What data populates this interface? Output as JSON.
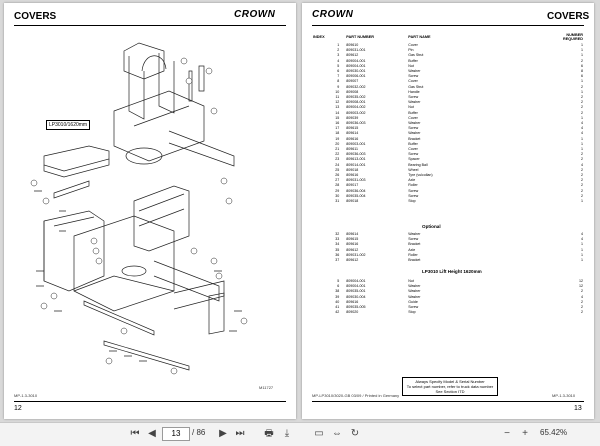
{
  "left_page": {
    "title": "COVERS",
    "logo": "CROWN",
    "callout": "LP3010/1620mm",
    "figure_code": "M11727",
    "footer": "MP-1.3-3010",
    "page_number": "12"
  },
  "right_page": {
    "title": "COVERS",
    "logo": "CROWN",
    "headers": {
      "index": "INDEX",
      "part_number": "PART NUMBER",
      "part_name": "PART NAME",
      "qty": "NUMBER REQUIRED"
    },
    "rows": [
      [
        "1",
        "809610",
        "Cover",
        "1"
      ],
      [
        "2",
        "809031-001",
        "Pin",
        "1"
      ],
      [
        "3",
        "809612",
        "Gas Strut",
        "1"
      ],
      [
        "4",
        "809004-001",
        "Buffer",
        "2"
      ],
      [
        "5",
        "809004-001",
        "Nut",
        "6"
      ],
      [
        "6",
        "809030-001",
        "Washer",
        "8"
      ],
      [
        "7",
        "809006-001",
        "Screw",
        "6"
      ],
      [
        "8",
        "809007",
        "Cover",
        "1"
      ],
      [
        "9",
        "809032-002",
        "Gas Strut",
        "2"
      ],
      [
        "10",
        "809008",
        "Handle",
        "1"
      ],
      [
        "11",
        "809035-002",
        "Screw",
        "2"
      ],
      [
        "12",
        "809008-001",
        "Washer",
        "2"
      ],
      [
        "13",
        "809004-002",
        "Nut",
        "2"
      ],
      [
        "14",
        "809003-002",
        "Buffer",
        "2"
      ],
      [
        "15",
        "809039",
        "Cover",
        "1"
      ],
      [
        "16",
        "809036-003",
        "Washer",
        "4"
      ],
      [
        "17",
        "809615",
        "Screw",
        "4"
      ],
      [
        "18",
        "809614",
        "Washer",
        "4"
      ],
      [
        "19",
        "809616",
        "Bracket",
        "1"
      ],
      [
        "20",
        "809003-001",
        "Buffer",
        "1"
      ],
      [
        "21",
        "809611",
        "Cover",
        "1"
      ],
      [
        "22",
        "809036-003",
        "Screw",
        "2"
      ],
      [
        "23",
        "809613-001",
        "Spacer",
        "2"
      ],
      [
        "24",
        "809014-001",
        "Bearing Ball",
        "4"
      ],
      [
        "25",
        "809018",
        "Wheel",
        "2"
      ],
      [
        "26",
        "809616",
        "Tyre (vulcollan)",
        "2"
      ],
      [
        "27",
        "809031-003",
        "Axle",
        "2"
      ],
      [
        "28",
        "809017",
        "Roller",
        "2"
      ],
      [
        "29",
        "809036-004",
        "Screw",
        "2"
      ],
      [
        "30",
        "809035-004",
        "Screw",
        "2"
      ],
      [
        "31",
        "809018",
        "Stop",
        "1"
      ]
    ],
    "optional_title": "Optional",
    "optional_rows": [
      [
        "32",
        "809614",
        "Washer",
        "4"
      ],
      [
        "33",
        "809615",
        "Screw",
        "4"
      ],
      [
        "34",
        "809616",
        "Bracket",
        "1"
      ],
      [
        "35",
        "809612",
        "Axle",
        "1"
      ],
      [
        "36",
        "809031-002",
        "Roller",
        "1"
      ],
      [
        "37",
        "809612",
        "Bracket",
        "1"
      ]
    ],
    "lift_title": "LP3010 Lift Height 1620mm",
    "lift_rows": [
      [
        "5",
        "809004-001",
        "Nut",
        "12"
      ],
      [
        "6",
        "809004-001",
        "Washer",
        "12"
      ],
      [
        "38",
        "809035-001",
        "Washer",
        "2"
      ],
      [
        "39",
        "809030-004",
        "Washer",
        "4"
      ],
      [
        "40",
        "809616",
        "Guide",
        "2"
      ],
      [
        "41",
        "809035-005",
        "Screw",
        "2"
      ],
      [
        "42",
        "809020",
        "Stop",
        "2"
      ]
    ],
    "notice_lines": [
      "Always Specify Model & Serial Number",
      "To select part number, refer to truck data number",
      "See Section ITD"
    ],
    "footer_left": "MP-LP3010/3020-GB 03/09 / Printed in Germany",
    "footer_right": "MP-1.3-3010",
    "page_number": "13"
  },
  "toolbar": {
    "current_page": "13",
    "total_pages": "/ 86",
    "zoom": "65.42%"
  }
}
